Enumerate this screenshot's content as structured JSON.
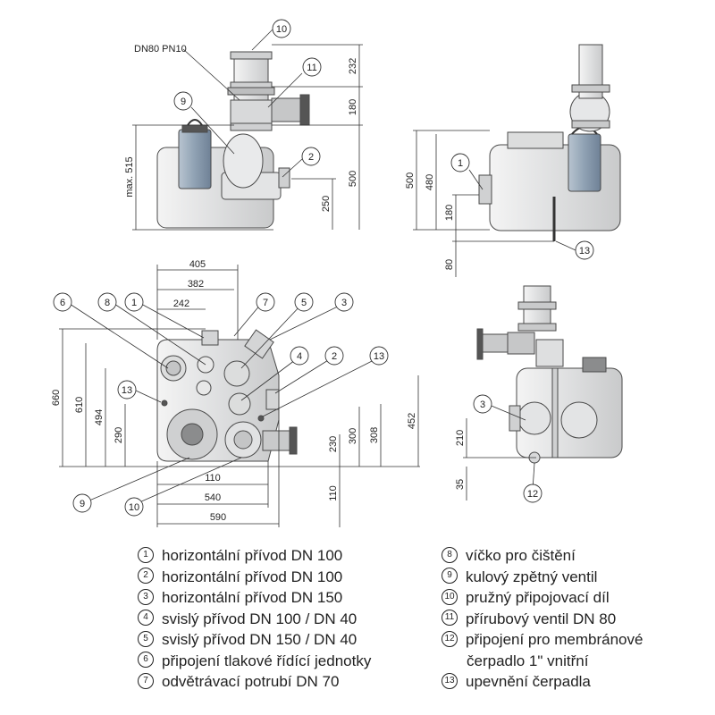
{
  "pipe_label": "DN80 PN10",
  "callouts": {
    "c1": "1",
    "c2": "2",
    "c3": "3",
    "c4": "4",
    "c5": "5",
    "c6": "6",
    "c7": "7",
    "c8": "8",
    "c9": "9",
    "c10": "10",
    "c11": "11",
    "c12": "12",
    "c13": "13"
  },
  "dimensions": {
    "d232": "232",
    "d180": "180",
    "d500": "500",
    "d250": "250",
    "dmax": "max. 515",
    "s500": "500",
    "s480": "480",
    "s180": "180",
    "s80": "80",
    "p405": "405",
    "p382": "382",
    "p242": "242",
    "p660": "660",
    "p610": "610",
    "p494": "494",
    "p290": "290",
    "p230": "230",
    "p300": "300",
    "p308": "308",
    "p452": "452",
    "p110a": "110",
    "p540": "540",
    "p590": "590",
    "p110b": "110",
    "r210": "210",
    "r35": "35"
  },
  "legend": {
    "left": [
      {
        "num": "1",
        "text": "horizontální přívod DN 100"
      },
      {
        "num": "2",
        "text": "horizontální přívod DN 100"
      },
      {
        "num": "3",
        "text": "horizontální přívod DN 150"
      },
      {
        "num": "4",
        "text": "svislý přívod DN 100 / DN 40"
      },
      {
        "num": "5",
        "text": "svislý přívod DN 150 / DN 40"
      },
      {
        "num": "6",
        "text": "připojení tlakové řídící jednotky"
      },
      {
        "num": "7",
        "text": "odvětrávací potrubí DN 70"
      }
    ],
    "right": [
      {
        "num": "8",
        "text": "víčko pro čištění"
      },
      {
        "num": "9",
        "text": "kulový zpětný ventil"
      },
      {
        "num": "10",
        "text": "pružný připojovací díl"
      },
      {
        "num": "11",
        "text": "přírubový ventil DN 80"
      },
      {
        "num": "12",
        "text": "připojení pro membránové"
      },
      {
        "num": "",
        "text": "čerpadlo 1\" vnitřní"
      },
      {
        "num": "13",
        "text": "upevnění čerpadla"
      }
    ]
  },
  "colors": {
    "body": "#e8e9ea",
    "outline": "#4a4a4a",
    "pump": "#8fa1b3",
    "line": "#333333"
  }
}
